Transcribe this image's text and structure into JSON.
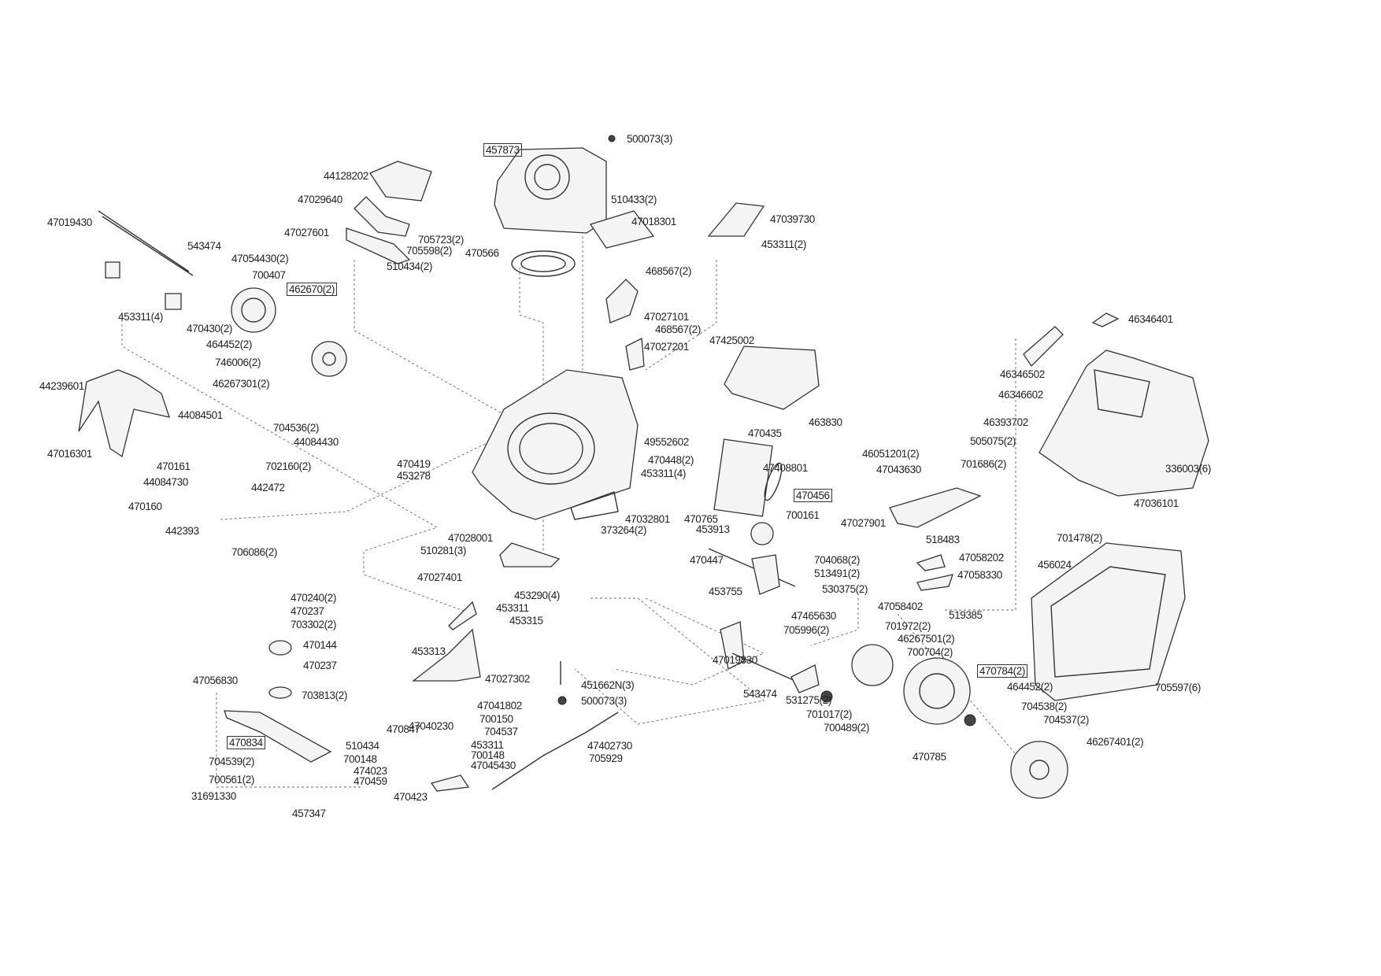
{
  "diagram": {
    "type": "exploded-parts-diagram",
    "labels": [
      {
        "text": "457873",
        "boxed": true
      },
      {
        "text": "500073(3)"
      },
      {
        "text": "44128202"
      },
      {
        "text": "510433(2)"
      },
      {
        "text": "47029640"
      },
      {
        "text": "47018301"
      },
      {
        "text": "47039730"
      },
      {
        "text": "47019430"
      },
      {
        "text": "47027601"
      },
      {
        "text": "705723(2)"
      },
      {
        "text": "543474"
      },
      {
        "text": "705598(2)"
      },
      {
        "text": "470566"
      },
      {
        "text": "453311(2)"
      },
      {
        "text": "47054430(2)"
      },
      {
        "text": "510434(2)"
      },
      {
        "text": "468567(2)"
      },
      {
        "text": "700407"
      },
      {
        "text": "462670(2)",
        "boxed": true
      },
      {
        "text": "453311(4)"
      },
      {
        "text": "470430(2)"
      },
      {
        "text": "47027101"
      },
      {
        "text": "468567(2)"
      },
      {
        "text": "46346401"
      },
      {
        "text": "47425002"
      },
      {
        "text": "464452(2)"
      },
      {
        "text": "47027201"
      },
      {
        "text": "746006(2)"
      },
      {
        "text": "46346502"
      },
      {
        "text": "46267301(2)"
      },
      {
        "text": "44239601"
      },
      {
        "text": "46346602"
      },
      {
        "text": "44084501"
      },
      {
        "text": "704536(2)"
      },
      {
        "text": "463830"
      },
      {
        "text": "46393702"
      },
      {
        "text": "470435"
      },
      {
        "text": "44084430"
      },
      {
        "text": "49552602"
      },
      {
        "text": "505075(2)"
      },
      {
        "text": "47016301"
      },
      {
        "text": "46051201(2)"
      },
      {
        "text": "470161"
      },
      {
        "text": "702160(2)"
      },
      {
        "text": "470419"
      },
      {
        "text": "470448(2)"
      },
      {
        "text": "701686(2)"
      },
      {
        "text": "47408801"
      },
      {
        "text": "336003(6)"
      },
      {
        "text": "47043630"
      },
      {
        "text": "44084730"
      },
      {
        "text": "453278"
      },
      {
        "text": "453311(4)"
      },
      {
        "text": "442472"
      },
      {
        "text": "470456",
        "boxed": true
      },
      {
        "text": "470160"
      },
      {
        "text": "47036101"
      },
      {
        "text": "47032801"
      },
      {
        "text": "700161"
      },
      {
        "text": "470765"
      },
      {
        "text": "47027901"
      },
      {
        "text": "442393"
      },
      {
        "text": "453913"
      },
      {
        "text": "373264(2)"
      },
      {
        "text": "701478(2)"
      },
      {
        "text": "518483"
      },
      {
        "text": "47028001"
      },
      {
        "text": "510281(3)"
      },
      {
        "text": "706086(2)"
      },
      {
        "text": "470447"
      },
      {
        "text": "704068(2)"
      },
      {
        "text": "47058202"
      },
      {
        "text": "456024"
      },
      {
        "text": "513491(2)"
      },
      {
        "text": "47058330"
      },
      {
        "text": "47027401"
      },
      {
        "text": "453290(4)"
      },
      {
        "text": "453755"
      },
      {
        "text": "530375(2)"
      },
      {
        "text": "470240(2)"
      },
      {
        "text": "453311"
      },
      {
        "text": "470237"
      },
      {
        "text": "47058402"
      },
      {
        "text": "519385"
      },
      {
        "text": "47465630"
      },
      {
        "text": "453315"
      },
      {
        "text": "703302(2)"
      },
      {
        "text": "705996(2)"
      },
      {
        "text": "701972(2)"
      },
      {
        "text": "46267501(2)"
      },
      {
        "text": "453313"
      },
      {
        "text": "470144"
      },
      {
        "text": "700704(2)"
      },
      {
        "text": "47019830"
      },
      {
        "text": "470237"
      },
      {
        "text": "470784(2)",
        "boxed": true
      },
      {
        "text": "47056830"
      },
      {
        "text": "47027302"
      },
      {
        "text": "451662N(3)"
      },
      {
        "text": "543474"
      },
      {
        "text": "703813(2)"
      },
      {
        "text": "531275(2)"
      },
      {
        "text": "500073(3)"
      },
      {
        "text": "705597(6)"
      },
      {
        "text": "464452(2)"
      },
      {
        "text": "47041802"
      },
      {
        "text": "701017(2)"
      },
      {
        "text": "704538(2)"
      },
      {
        "text": "700150"
      },
      {
        "text": "470847"
      },
      {
        "text": "47040230"
      },
      {
        "text": "700489(2)"
      },
      {
        "text": "704537(2)"
      },
      {
        "text": "470834",
        "boxed": true
      },
      {
        "text": "704537"
      },
      {
        "text": "510434"
      },
      {
        "text": "453311"
      },
      {
        "text": "47402730"
      },
      {
        "text": "46267401(2)"
      },
      {
        "text": "700148"
      },
      {
        "text": "700148"
      },
      {
        "text": "705929"
      },
      {
        "text": "470785"
      },
      {
        "text": "474023"
      },
      {
        "text": "47045430"
      },
      {
        "text": "704539(2)"
      },
      {
        "text": "470459"
      },
      {
        "text": "700561(2)"
      },
      {
        "text": "470423"
      },
      {
        "text": "31691330"
      },
      {
        "text": "457347"
      }
    ]
  }
}
